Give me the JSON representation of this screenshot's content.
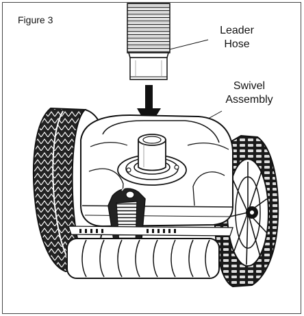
{
  "figure": {
    "label": "Figure 3"
  },
  "callouts": {
    "leader_hose": {
      "line1": "Leader",
      "line2": "Hose"
    },
    "swivel_assembly": {
      "line1": "Swivel",
      "line2": "Assembly"
    }
  },
  "colors": {
    "ink": "#111111",
    "frame": "#444444",
    "background": "#ffffff"
  }
}
